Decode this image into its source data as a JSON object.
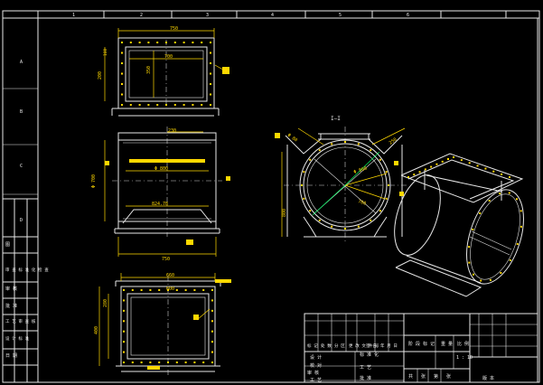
{
  "drawing": {
    "border_top_numbers": [
      "1",
      "2",
      "3",
      "4",
      "5",
      "6"
    ],
    "border_side_letters": [
      "A",
      "B",
      "C",
      "D"
    ],
    "front_view": {
      "dims": [
        "750",
        "700",
        "350",
        "200"
      ],
      "side_dim": "160"
    },
    "middle_view": {
      "dims": [
        "230",
        "Φ 800",
        "Φ 700",
        "824.78",
        "750"
      ]
    },
    "bottom_view": {
      "dims": [
        "660",
        "600",
        "400",
        "280"
      ]
    },
    "section_view": {
      "label": "I—I",
      "dims": [
        "Φ 80",
        "Φ 800",
        "250",
        "700",
        "800"
      ]
    },
    "left_strip": [
      "图",
      "审 查 标 准 化 检 查",
      "审 核",
      "批 准",
      "工 艺 审 查 核",
      "设 计 标 准",
      "日 期"
    ],
    "title_block": {
      "row_labels": [
        "标 记",
        "处 数",
        "分 区",
        "更 改 文 件 号",
        "签 名",
        "年 月 日"
      ],
      "col_a": [
        "设 计",
        "校 对",
        "审 核",
        "工 艺"
      ],
      "col_b": [
        "标 准 化",
        "工 艺",
        "批 准"
      ],
      "stage_labels": [
        "阶 段 标 记",
        "重 量",
        "比 例"
      ],
      "scale": "1 : 10",
      "sheet": [
        "共",
        "张",
        "第",
        "张"
      ],
      "version": "版 本"
    }
  }
}
